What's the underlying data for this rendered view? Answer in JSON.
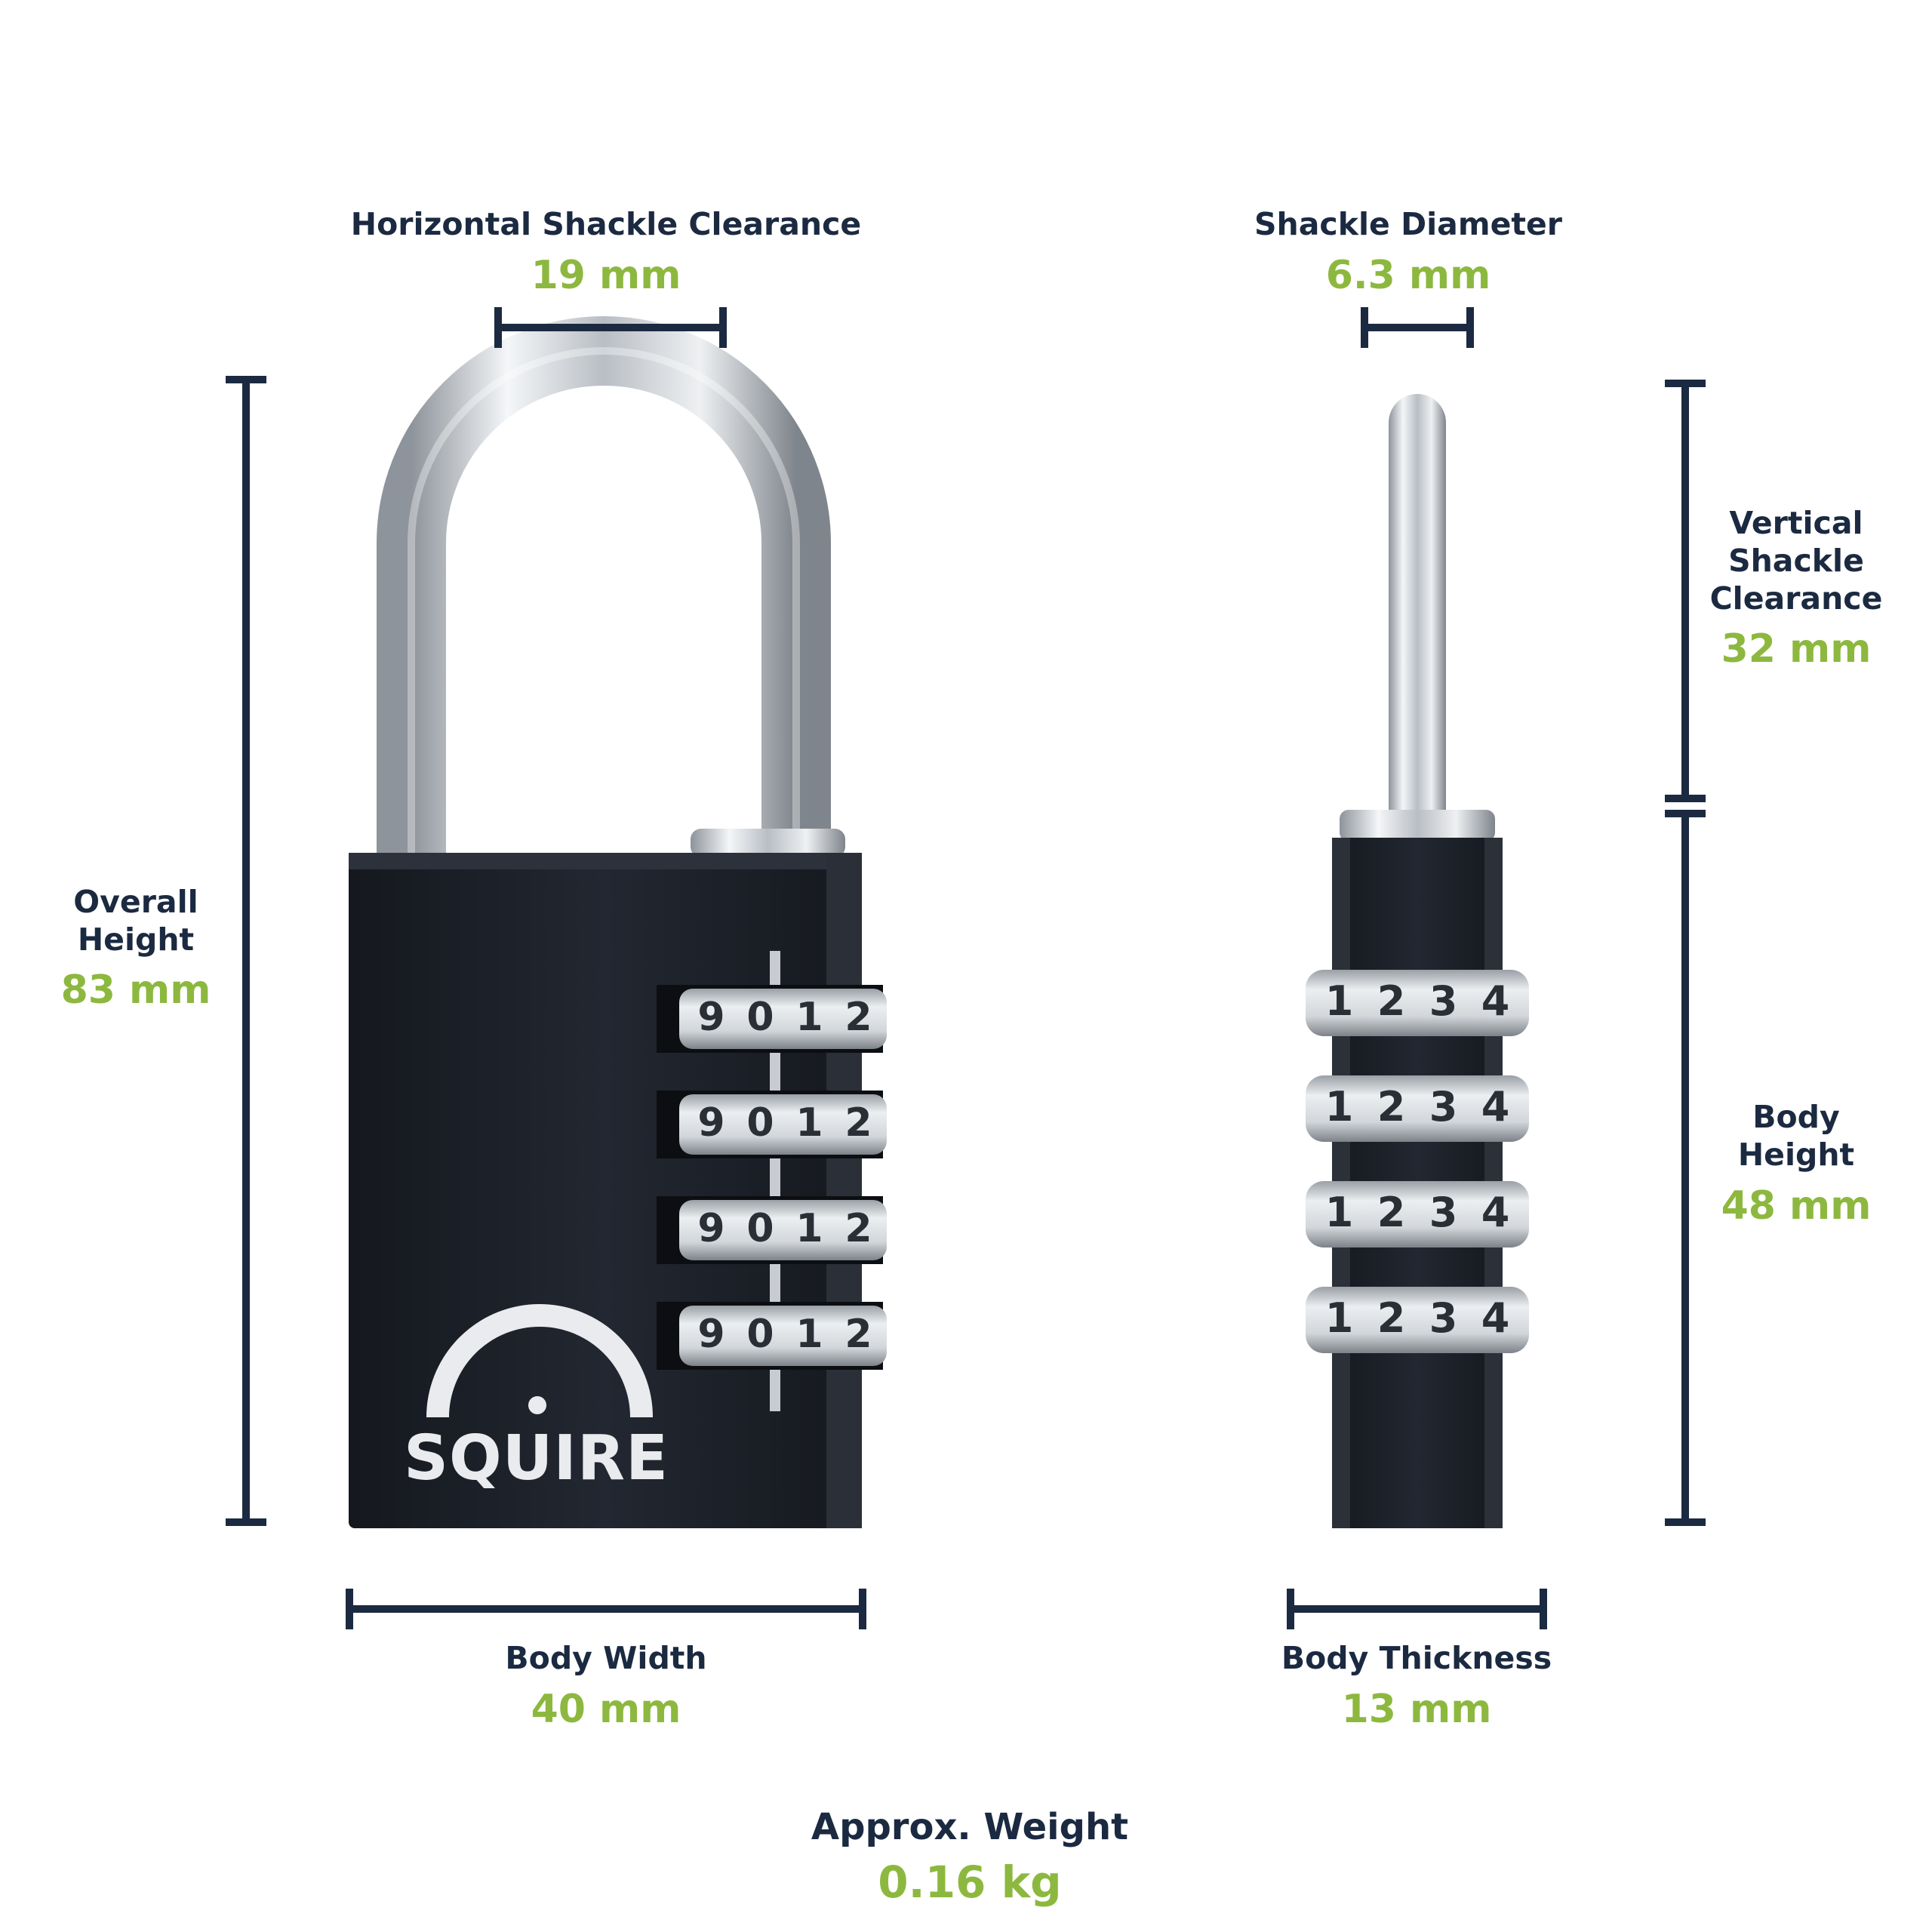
{
  "dimensions": {
    "horizontal_shackle_clearance": {
      "label": "Horizontal Shackle Clearance",
      "value": "19 mm"
    },
    "shackle_diameter": {
      "label": "Shackle Diameter",
      "value": "6.3 mm"
    },
    "overall_height": {
      "label": "Overall\nHeight",
      "value": "83 mm"
    },
    "vertical_shackle_clearance": {
      "label": "Vertical\nShackle\nClearance",
      "value": "32 mm"
    },
    "body_height": {
      "label": "Body\nHeight",
      "value": "48 mm"
    },
    "body_width": {
      "label": "Body Width",
      "value": "40 mm"
    },
    "body_thickness": {
      "label": "Body Thickness",
      "value": "13 mm"
    },
    "approx_weight": {
      "label": "Approx. Weight",
      "value": "0.16 kg"
    }
  },
  "product": {
    "brand": "SQUIRE",
    "front_dial_digits": [
      "9",
      "0",
      "1",
      "2"
    ],
    "side_dial_digits": [
      "1",
      "2",
      "3",
      "4"
    ]
  },
  "colors": {
    "label": "#1b2a41",
    "value": "#8db83f",
    "body": "#1e222b",
    "chrome": "#cfd3d8"
  }
}
